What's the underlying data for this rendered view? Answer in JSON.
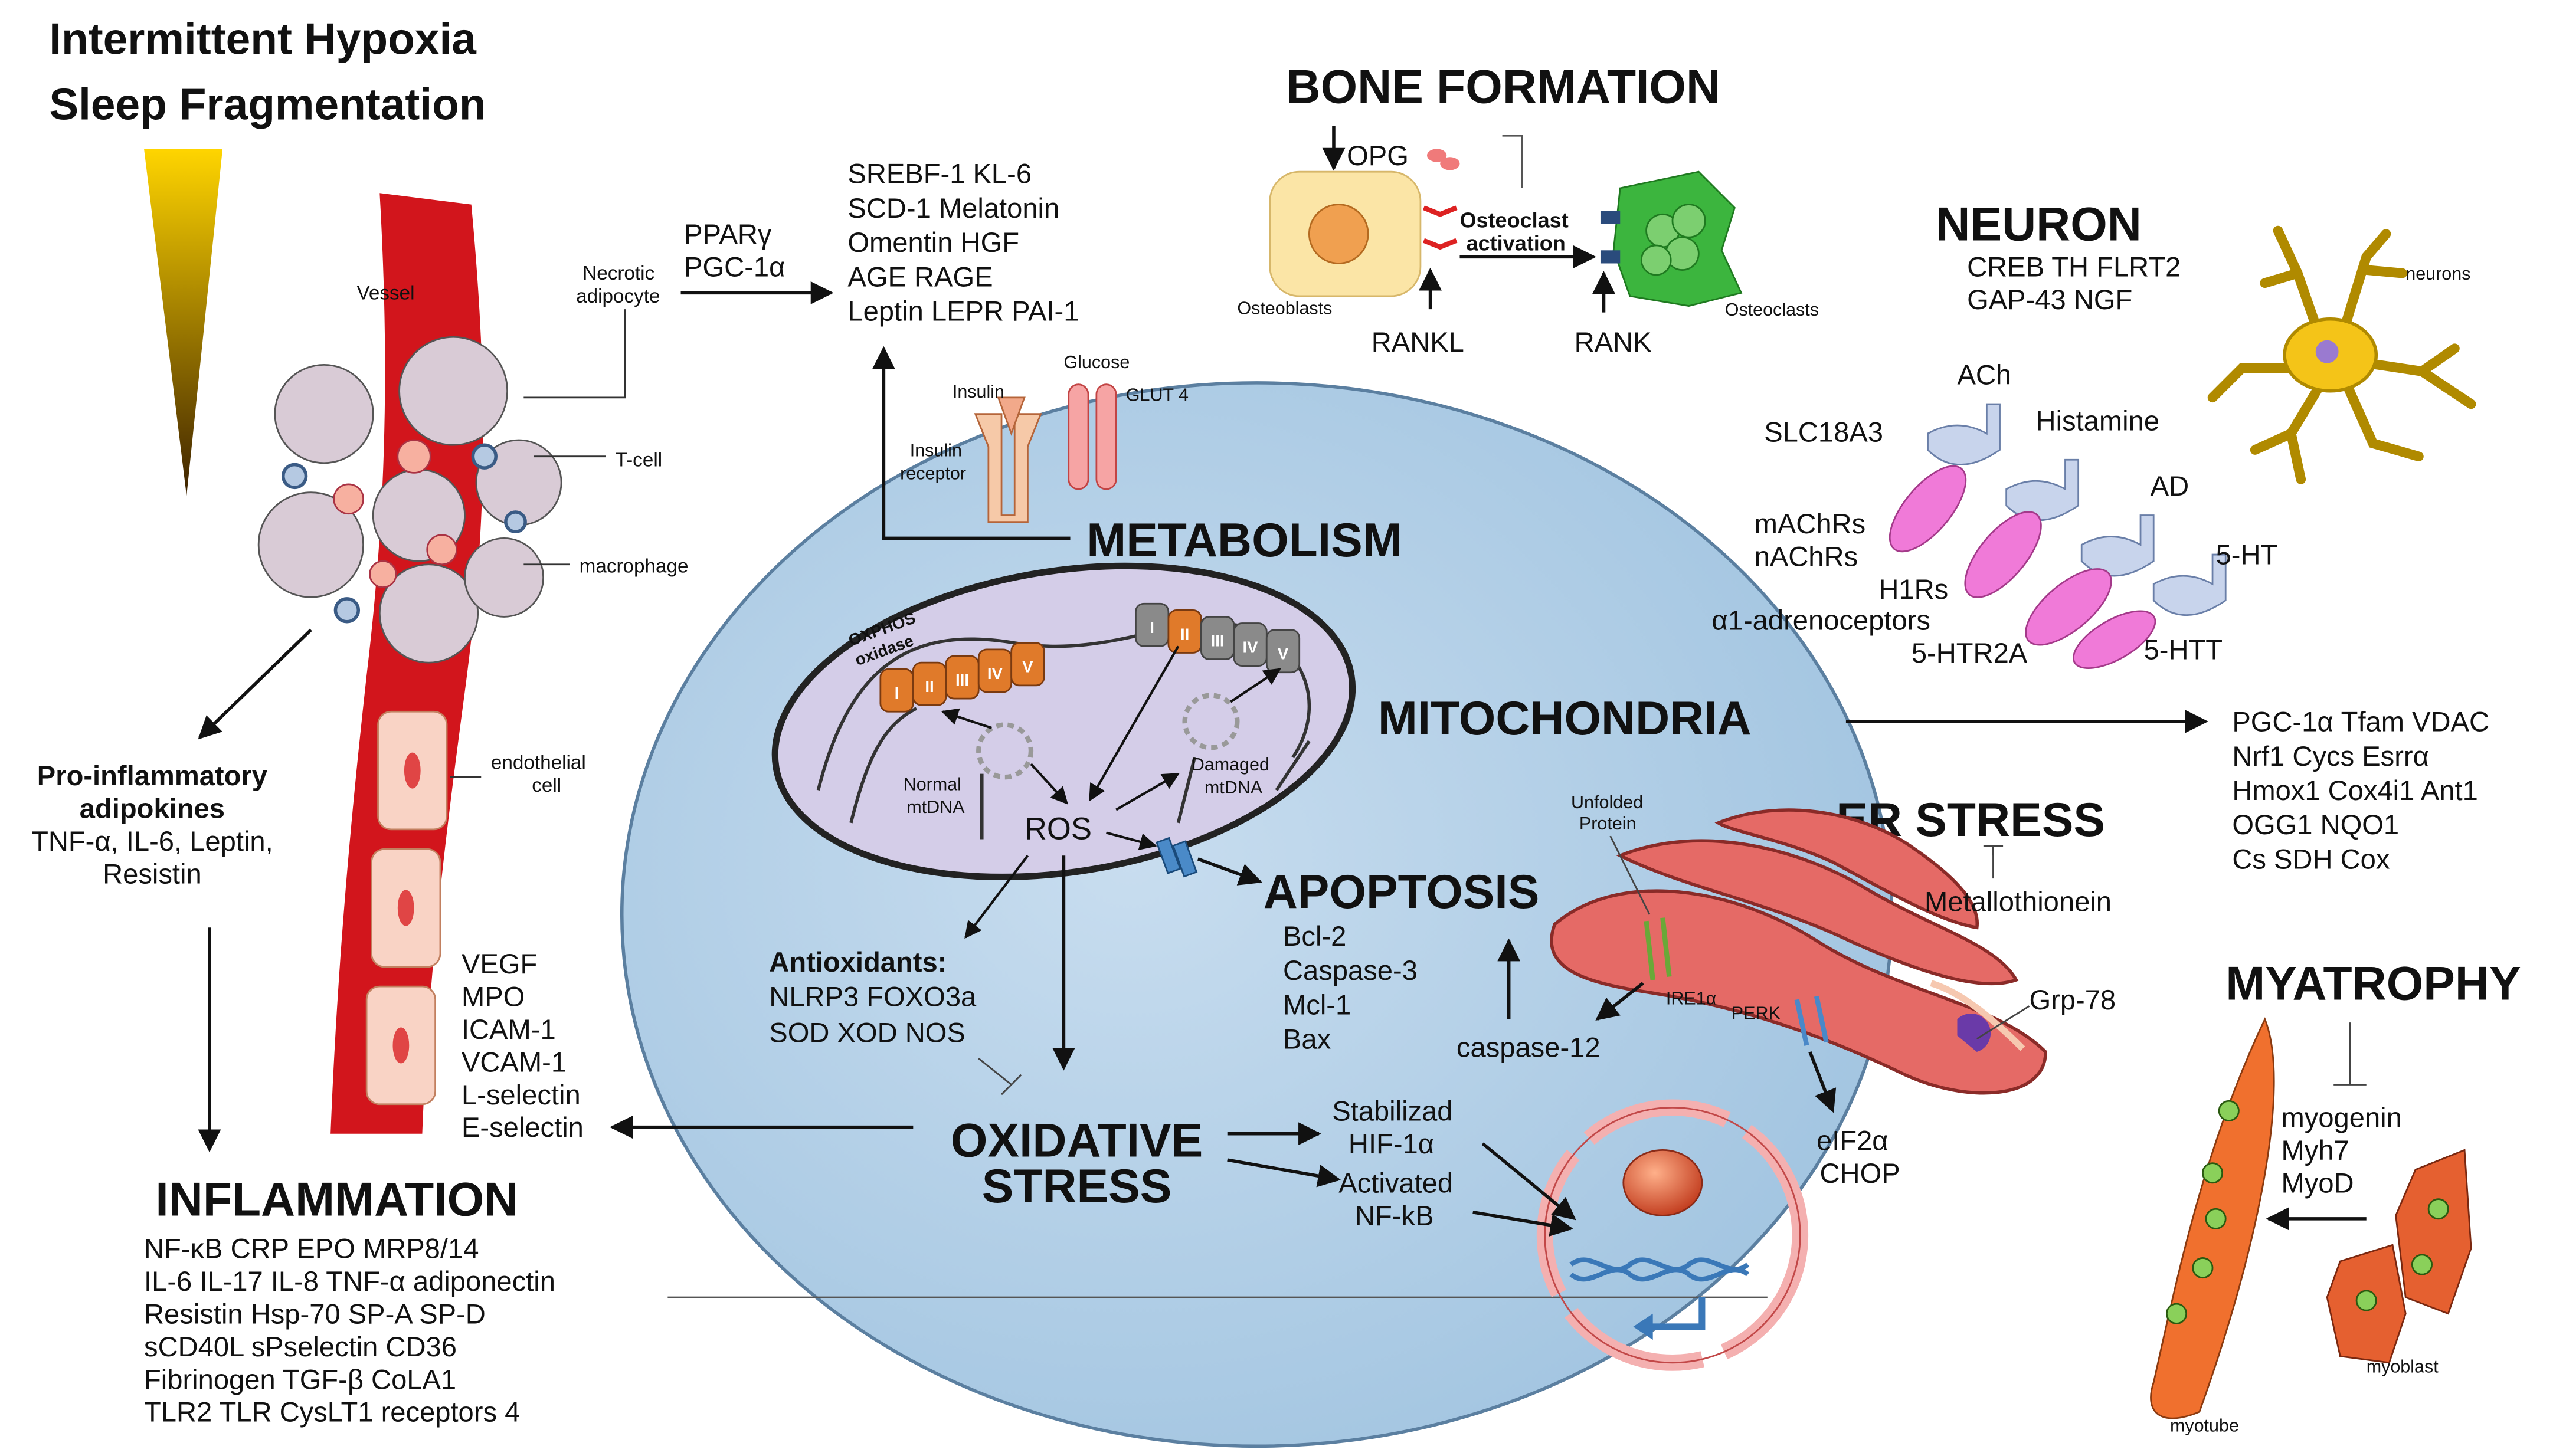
{
  "header": {
    "title_line1": "Intermittent Hypoxia",
    "title_line2": "Sleep Fragmentation"
  },
  "vessel_labels": {
    "vessel": "Vessel",
    "necrotic_line1": "Necrotic",
    "necrotic_line2": "adipocyte",
    "tcell": "T-cell",
    "macrophage": "macrophage",
    "endo_line1": "endothelial",
    "endo_line2": "cell"
  },
  "adipokines": {
    "line1": "Pro-inflammatory",
    "line2": "adipokines",
    "line3": "TNF-α, IL-6, Leptin,",
    "line4": "Resistin"
  },
  "endothelial_markers": [
    "VEGF",
    "MPO",
    "ICAM-1",
    "VCAM-1",
    "L-selectin",
    "E-selectin"
  ],
  "inflammation": {
    "title": "INFLAMMATION",
    "items": [
      "NF-κB CRP EPO MRP8/14",
      "IL-6 IL-17 IL-8 TNF-α adiponectin",
      "Resistin  Hsp-70 SP-A SP-D",
      "sCD40L sPselectin CD36",
      "Fibrinogen TGF-β CoLA1",
      "TLR2 TLR CysLT1 receptors  4"
    ]
  },
  "ppar": {
    "line1": "PPARγ",
    "line2": "PGC-1α"
  },
  "metabolism_markers": [
    "SREBF-1 KL-6",
    "SCD-1 Melatonin",
    "Omentin HGF",
    "AGE RAGE",
    "Leptin LEPR PAI-1"
  ],
  "metabolism": {
    "title": "METABOLISM",
    "insulin": "Insulin",
    "glucose": "Glucose",
    "glut4": "GLUT 4",
    "receptor_line1": "Insulin",
    "receptor_line2": "receptor"
  },
  "bone": {
    "title": "BONE FORMATION",
    "opg": "OPG",
    "osteoclast_line1": "Osteoclast",
    "osteoclast_line2": "activation",
    "osteoblasts": "Osteoblasts",
    "osteoclasts": "Osteoclasts",
    "rankl": "RANKL",
    "rank": "RANK"
  },
  "neuron": {
    "title": "NEURON",
    "line1": "CREB TH FLRT2",
    "line2": "GAP-43 NGF",
    "label": "neurons"
  },
  "receptors": {
    "ach": "ACh",
    "histamine": "Histamine",
    "ad": "AD",
    "ht": "5-HT",
    "slc": "SLC18A3",
    "machrs": "mAChRs",
    "nachrs": "nAChRs",
    "h1rs": "H1Rs",
    "alpha": "α1-adrenoceptors",
    "htr2a": "5-HTR2A",
    "htt": "5-HTT"
  },
  "mito": {
    "oxphos_line1": "OXPHOS",
    "oxphos_line2": "oxidase",
    "complexes": [
      "I",
      "II",
      "III",
      "IV",
      "V"
    ],
    "normal_line1": "Normal",
    "normal_line2": "mtDNA",
    "damaged_line1": "Damaged",
    "damaged_line2": "mtDNA",
    "ros": "ROS",
    "title": "MITOCHONDRIA"
  },
  "mito_markers": [
    "PGC-1α  Tfam VDAC",
    "Nrf1 Cycs Esrrα",
    "Hmox1 Cox4i1 Ant1",
    "OGG1 NQO1",
    "Cs SDH Cox"
  ],
  "antioxidants": {
    "title": "Antioxidants:",
    "line1": "NLRP3 FOXO3a",
    "line2": "SOD XOD NOS"
  },
  "apoptosis": {
    "title": "APOPTOSIS",
    "items": [
      "Bcl-2",
      "Caspase-3",
      "Mcl-1",
      "Bax"
    ]
  },
  "er": {
    "title": "ER STRESS",
    "unfolded_line1": "Unfolded",
    "unfolded_line2": "Protein",
    "metallothionein": "Metallothionein",
    "ire1a": "IRE1α",
    "perk": "PERK",
    "grp78": "Grp-78",
    "caspase12": "caspase-12",
    "eif2a": "eIF2α",
    "chop": "CHOP"
  },
  "oxidative": {
    "line1": "OXIDATIVE",
    "line2": "STRESS",
    "hif_line1": "Stabilizad",
    "hif_line2": "HIF-1α",
    "nfkb_line1": "Activated",
    "nfkb_line2": "NF-kB"
  },
  "myatrophy": {
    "title": "MYATROPHY",
    "items": [
      "myogenin",
      "Myh7",
      "MyoD"
    ],
    "myoblast": "myoblast",
    "myotube": "myotube"
  }
}
